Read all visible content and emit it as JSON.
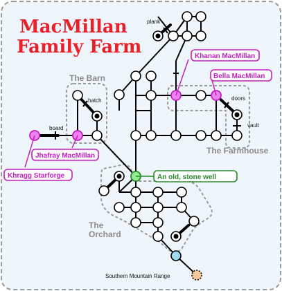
{
  "title": {
    "line1": "MacMillan",
    "line2": "Family Farm"
  },
  "areas": {
    "barn": "The Barn",
    "farmhouse": "The Farmhouse",
    "orchard_line1": "The",
    "orchard_line2": "Orchard"
  },
  "small_labels": {
    "plank": "plank",
    "hatch": "hatch",
    "board": "board",
    "doors": "doors",
    "vault": "vault",
    "southern_range": "Southern Mountain Range"
  },
  "callouts": {
    "khanan": "Khanan MacMillan",
    "bella": "Bella MacMillan",
    "jhafray": "Jhafray MacMillan",
    "khragg": "Khragg Starforge",
    "well": "An old, stone well"
  },
  "colors": {
    "person": "#ee82ee",
    "person_stroke": "#c020c0",
    "well_fill": "#90ee90",
    "well_stroke": "#2a8a2a",
    "south_node": "#9fd8ee",
    "exit_node": "#f6c89a",
    "title": "#e8202a",
    "area_gray": "#8a8a8a",
    "background": "#eef6fb"
  }
}
